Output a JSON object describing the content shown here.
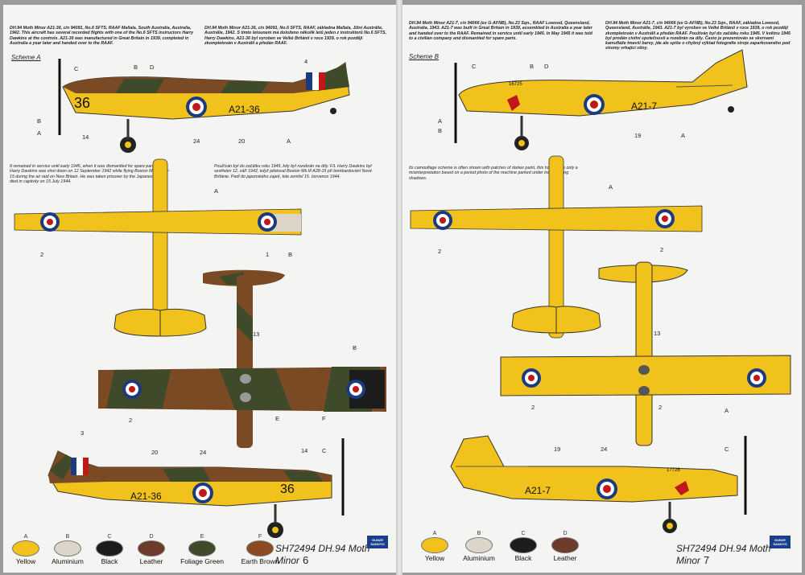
{
  "left": {
    "header_en": "DH.94 Moth Minor A21-36, c/n 94091, No.6 SFTS, RAAF Mallala, South Australia, Australia, 1942. This aircraft has several recorded flights with one of the No.6 SFTS instructors Harry Dawkins at the controls. A21-36 was manufactured in Great Britain in 1939, completed in Australia a year later and handed over to the RAAF.",
    "header_cz": "DH.94 Moth Minor A21-36, c/n 94091, No.6 SFTS, RAAF, základna Mallala, Jižní Austrálie, Austrálie, 1942. S tímto letounem má doloženo několik letů jeden z instruktorů No.6 SFTS, Harry Dawkins. A21-36 byl vyroben ve Velké Británii v roce 1939, o rok později zkompletován v Austrálii a předán RAAF.",
    "scheme": "Scheme A",
    "middle_en": "It remained in service until early 1945, when it was dismantled for spare parts. F/L Harry Dawkins was shot down on 12 September 1942 while flying Boston Mk.III A28-15 during the air raid on New Britain. He was taken prisoner by the Japanese, and died in captivity on 15 July 1944.",
    "middle_cz": "Používán byl do začátku roku 1945, kdy byl rozebrán na díly. F/L Harry Dawkins byl sestřelen 12. září 1942, když pilotoval Boston Mk.III A28-15 při bombardování Nové Británie. Padl do japonského zajetí, kde zemřel 15. července 1944.",
    "serial": "A21-36",
    "code": "36",
    "callouts": {
      "A": "A",
      "B": "B",
      "C": "C",
      "D": "D",
      "E": "E",
      "F": "F",
      "n1": "1",
      "n2": "2",
      "n3": "3",
      "n4": "4",
      "n13": "13",
      "n14": "14",
      "n20": "20",
      "n24": "24"
    },
    "swatches": [
      {
        "code": "A",
        "name": "Yellow",
        "color": "#f2c21c"
      },
      {
        "code": "B",
        "name": "Aluminium",
        "color": "#dcd6c8"
      },
      {
        "code": "C",
        "name": "Black",
        "color": "#1c1c1c"
      },
      {
        "code": "D",
        "name": "Leather",
        "color": "#6e3b2a"
      },
      {
        "code": "E",
        "name": "Foliage Green",
        "color": "#3e4a2a"
      },
      {
        "code": "F",
        "name": "Earth Brown",
        "color": "#8a4a22"
      }
    ],
    "footer": "SH72494 DH.94 Moth Minor",
    "page_number": "6"
  },
  "right": {
    "header_en": "DH.94 Moth Minor A21-7, c/n 94066 (ex G-AFNB), No.23 Sqn., RAAF Lowood, Queensland, Australia, 1943. A21-7 was built in Great Britain in 1939, assembled in Australia a year later and handed over to the RAAF. Remained in service until early 1945. In May 1945 it was told to a civilian company and dismantled for spare parts.",
    "header_cz": "DH.94 Moth Minor A21-7, c/n 94066 (ex G-AFNB), No.23 Sqn., RAAF, základna Lowood, Queensland, Austrálie, 1943. A21-7 byl vyroben ve Velké Británii v roce 1939, o rok později zkompletován v Austrálii a předán RAAF. Používán byl do začátku roku 1945. V květnu 1945 byl prodán civilní společnosti a rozebrán na díly. Často je prezentován se skvrnami kamufláže tmavší barvy, jde ale spíše o chybný výklad fotografie stroje zaparkovaného pod stromy vrhající stíny.",
    "scheme": "Scheme B",
    "middle_en": "Its camouflage scheme is often shown with patches of darker paint, this however is only a misinterpretation based on a period photo of the machine parked under trees casting shadows.",
    "serial": "A21-7",
    "number_a": "16725",
    "number_b": "17726",
    "callouts": {
      "A": "A",
      "B": "B",
      "C": "C",
      "D": "D",
      "n2": "2",
      "n13": "13",
      "n19": "19",
      "n24": "24"
    },
    "swatches": [
      {
        "code": "A",
        "name": "Yellow",
        "color": "#f2c21c"
      },
      {
        "code": "B",
        "name": "Aluminium",
        "color": "#dcd6c8"
      },
      {
        "code": "C",
        "name": "Black",
        "color": "#1c1c1c"
      },
      {
        "code": "D",
        "name": "Leather",
        "color": "#6e3b2a"
      }
    ],
    "footer": "SH72494 DH.94 Moth Minor",
    "page_number": "7"
  },
  "brand_logo": "GUNZE SANGYO"
}
